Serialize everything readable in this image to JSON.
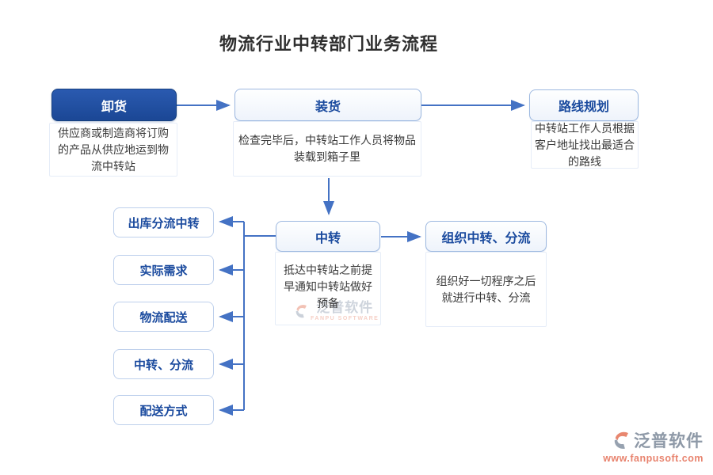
{
  "title": "物流行业中转部门业务流程",
  "flow": {
    "unload": {
      "label": "卸货",
      "desc": "供应商或制造商将订购的产品从供应地运到物流中转站"
    },
    "load": {
      "label": "装货",
      "desc": "检查完毕后，中转站工作人员将物品装载到箱子里"
    },
    "route": {
      "label": "路线规划",
      "desc": "中转站工作人员根据客户地址找出最适合的路线"
    },
    "transit": {
      "label": "中转",
      "desc": "抵达中转站之前提早通知中转站做好预备"
    },
    "organize": {
      "label": "组织中转、分流",
      "desc": "组织好一切程序之后就进行中转、分流"
    }
  },
  "left_items": [
    {
      "label": "出库分流中转"
    },
    {
      "label": "实际需求"
    },
    {
      "label": "物流配送"
    },
    {
      "label": "中转、分流"
    },
    {
      "label": "配送方式"
    }
  ],
  "watermark": {
    "name": "泛普软件",
    "subtitle": "FANPU SOFTWARE"
  },
  "brand": {
    "name": "泛普软件",
    "url": "www.fanpusoft.com"
  },
  "colors": {
    "primary_dark_box": "#1b4795",
    "header_text_blue": "#1a4a9e",
    "arrow_blue": "#4472c4",
    "light_border": "#9db8e0",
    "brand_gray": "#8e99a7",
    "brand_salmon": "#e8836e"
  }
}
